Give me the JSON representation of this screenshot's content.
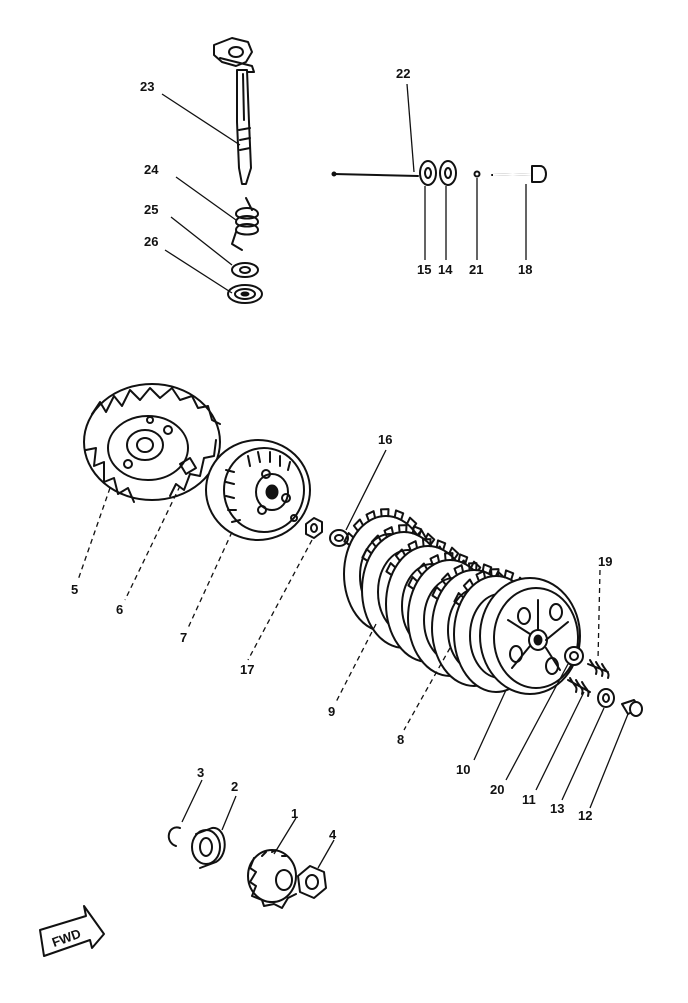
{
  "callouts": [
    "1",
    "2",
    "3",
    "4",
    "5",
    "6",
    "7",
    "8",
    "9",
    "10",
    "11",
    "12",
    "13",
    "14",
    "15",
    "16",
    "17",
    "18",
    "19",
    "20",
    "21",
    "22",
    "23",
    "24",
    "25",
    "26"
  ],
  "fwd_label": "FWD",
  "icons": {
    "lever": "push-lever-icon",
    "spring": "torsion-spring-icon",
    "seal": "oil-seal-icon",
    "rod": "push-rod-icon",
    "housing": "clutch-housing-icon",
    "boss": "clutch-boss-icon",
    "plates": "friction-plates-icon",
    "pressure_plate": "pressure-plate-icon",
    "gear": "primary-gear-icon",
    "arrow": "fwd-arrow-icon"
  }
}
